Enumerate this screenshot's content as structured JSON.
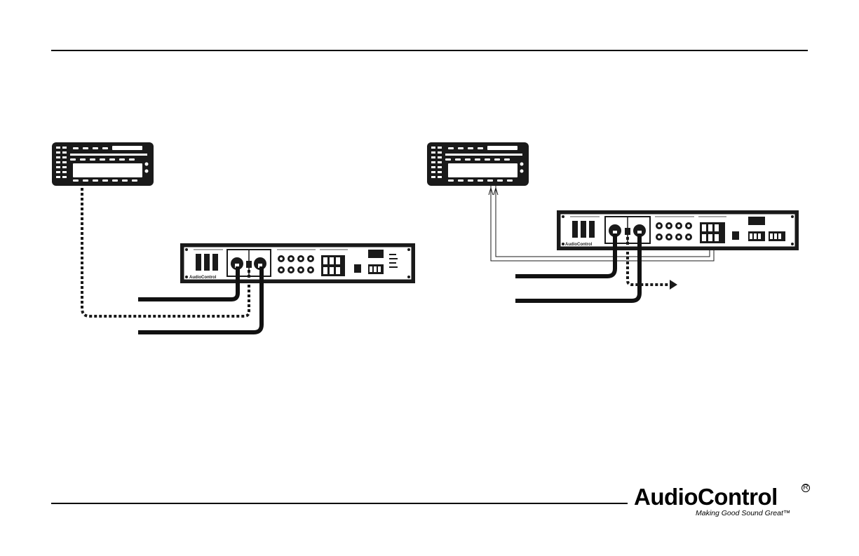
{
  "brand": {
    "name": "AudioControl",
    "registered_mark": "R",
    "tagline": "Making Good Sound Great™"
  },
  "device": {
    "faceplate_label": "AudioControl"
  },
  "colors": {
    "ink": "#1a1a1a",
    "cable": "#111111",
    "background": "#ffffff"
  }
}
